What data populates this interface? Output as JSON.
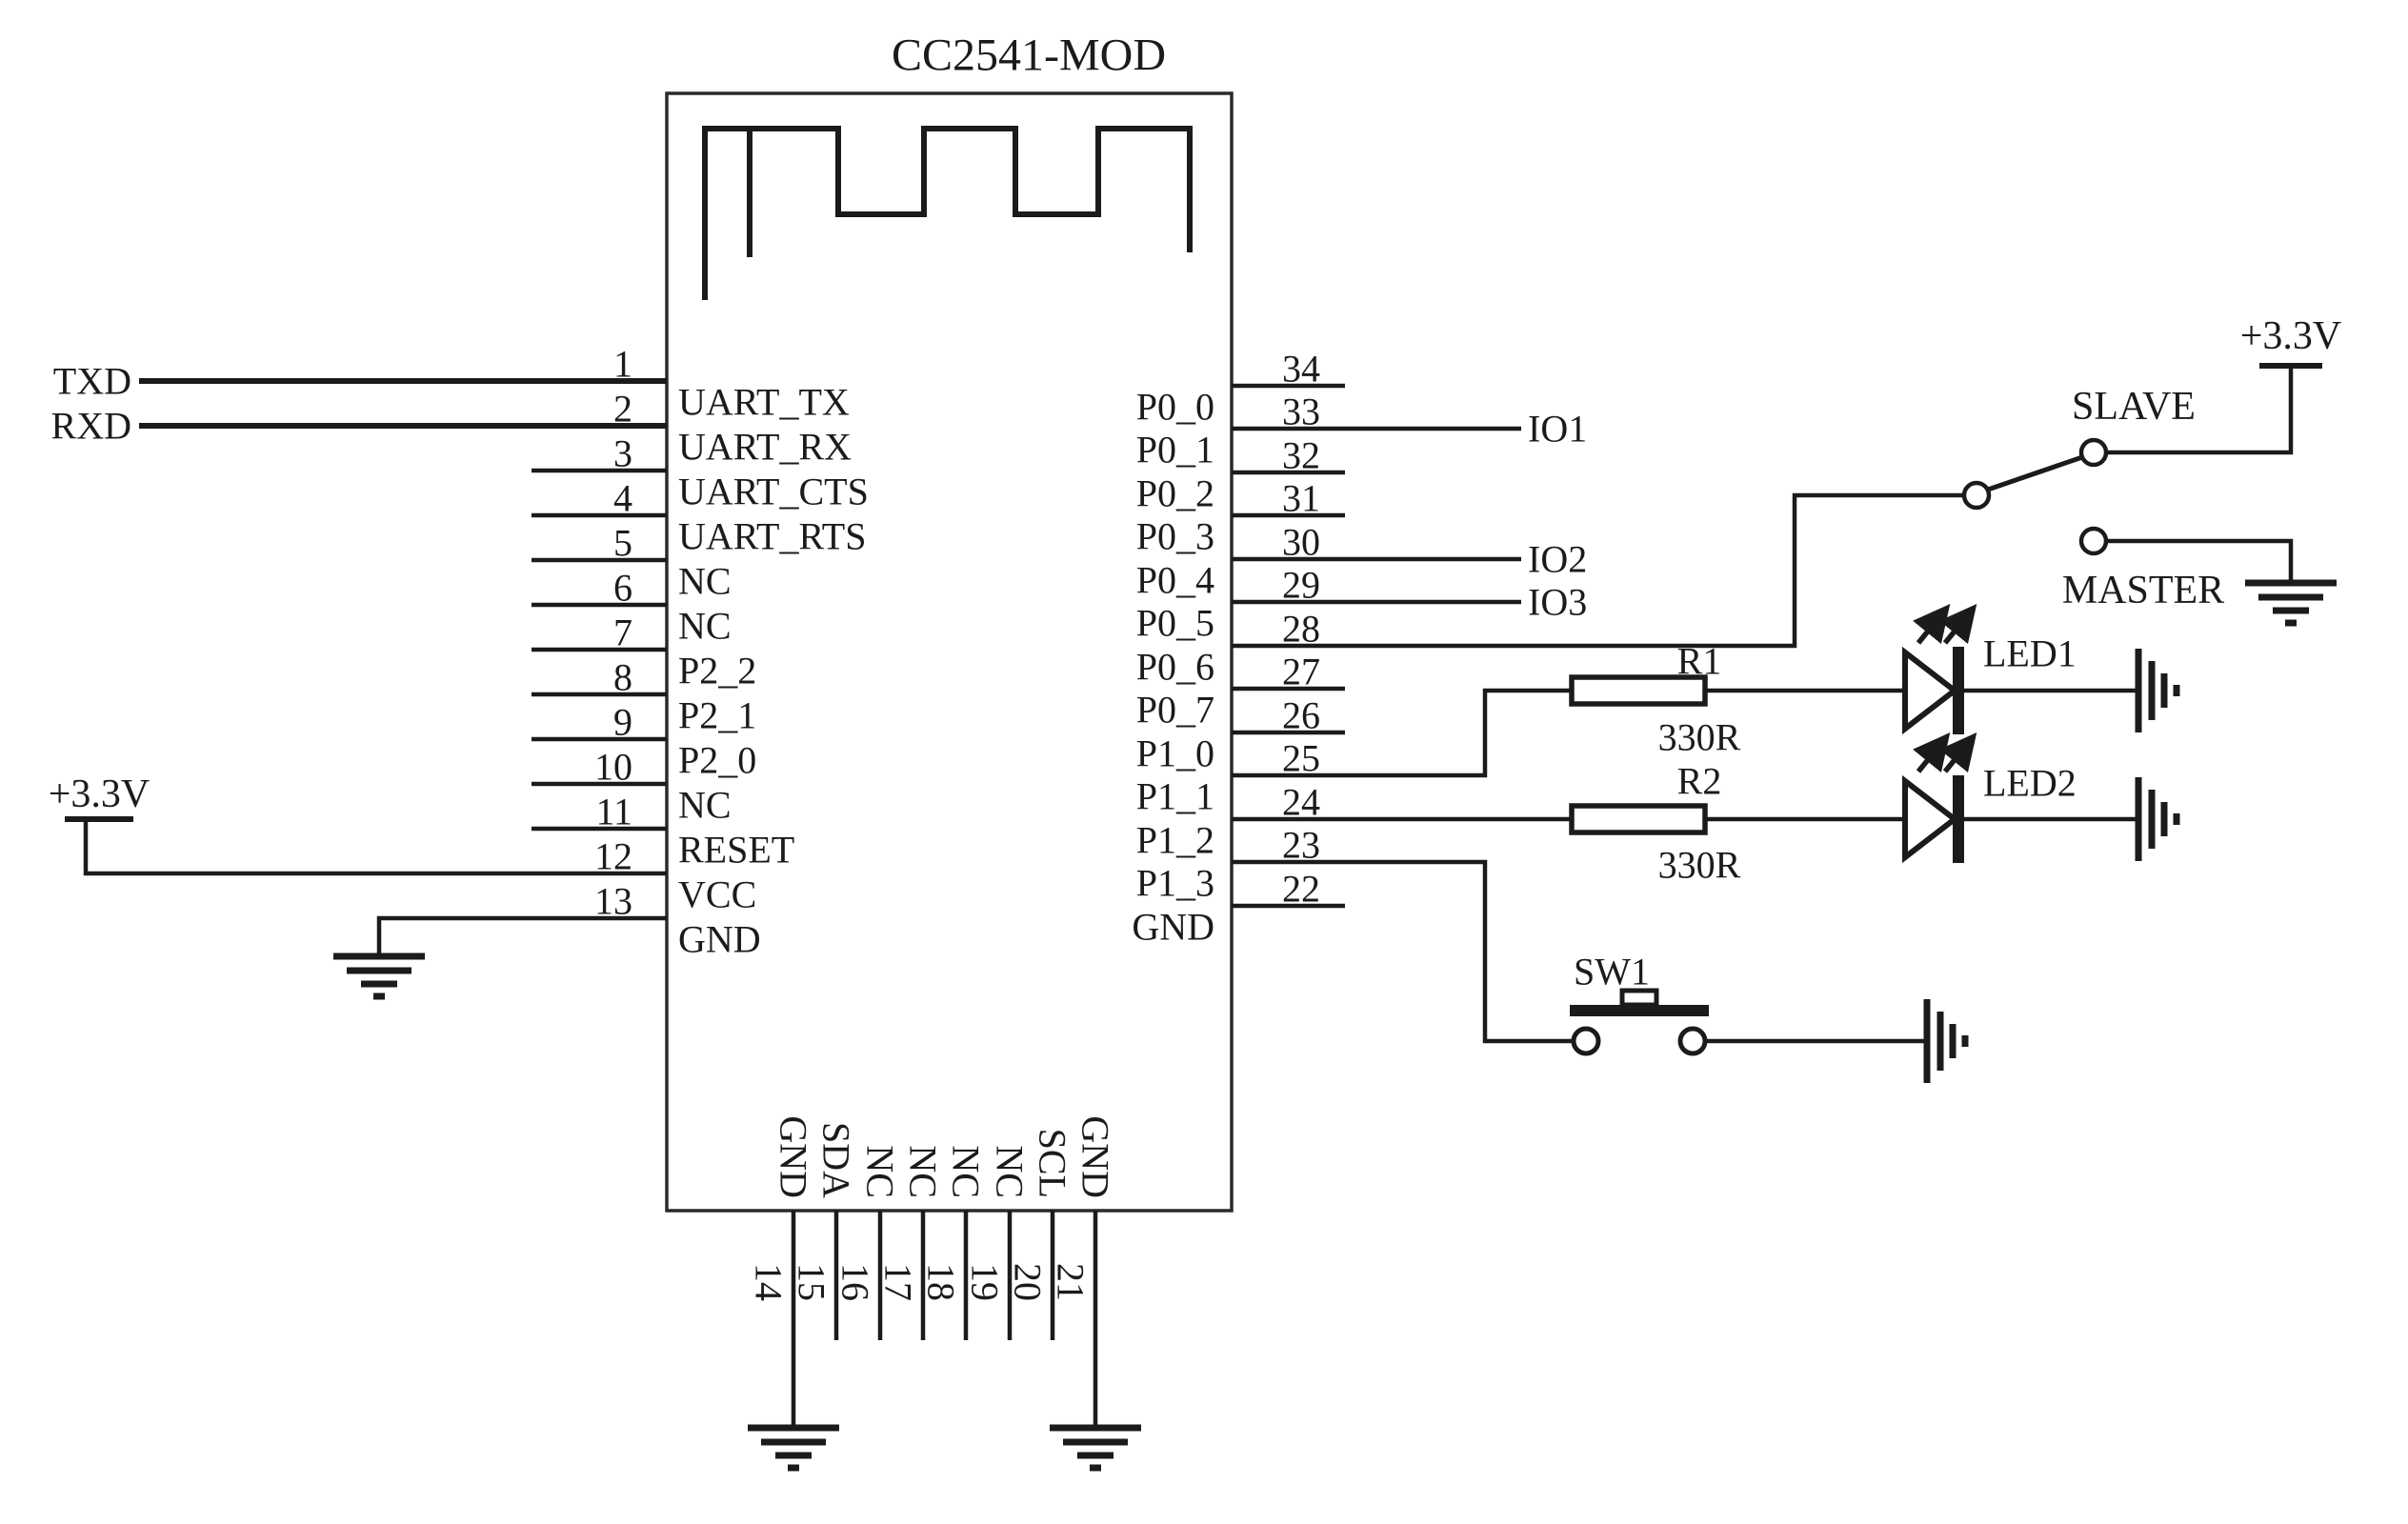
{
  "schematic": {
    "title": "CC2541-MOD",
    "colors": {
      "ink": "#1b1b1b",
      "background": "#ffffff"
    },
    "module": {
      "left_pins": [
        {
          "num": "1",
          "name": "UART_TX"
        },
        {
          "num": "2",
          "name": "UART_RX"
        },
        {
          "num": "3",
          "name": "UART_CTS"
        },
        {
          "num": "4",
          "name": "UART_RTS"
        },
        {
          "num": "5",
          "name": "NC"
        },
        {
          "num": "6",
          "name": "NC"
        },
        {
          "num": "7",
          "name": "P2_2"
        },
        {
          "num": "8",
          "name": "P2_1"
        },
        {
          "num": "9",
          "name": "P2_0"
        },
        {
          "num": "10",
          "name": "NC"
        },
        {
          "num": "11",
          "name": "RESET"
        },
        {
          "num": "12",
          "name": "VCC"
        },
        {
          "num": "13",
          "name": "GND"
        }
      ],
      "right_pins": [
        {
          "num": "34",
          "name": "P0_0"
        },
        {
          "num": "33",
          "name": "P0_1"
        },
        {
          "num": "32",
          "name": "P0_2"
        },
        {
          "num": "31",
          "name": "P0_3"
        },
        {
          "num": "30",
          "name": "P0_4"
        },
        {
          "num": "29",
          "name": "P0_5"
        },
        {
          "num": "28",
          "name": "P0_6"
        },
        {
          "num": "27",
          "name": "P0_7"
        },
        {
          "num": "26",
          "name": "P1_0"
        },
        {
          "num": "25",
          "name": "P1_1"
        },
        {
          "num": "24",
          "name": "P1_2"
        },
        {
          "num": "23",
          "name": "P1_3"
        },
        {
          "num": "22",
          "name": "GND"
        }
      ],
      "bottom_pins": [
        {
          "num": "14",
          "name": "GND"
        },
        {
          "num": "15",
          "name": "SDA"
        },
        {
          "num": "16",
          "name": "NC"
        },
        {
          "num": "17",
          "name": "NC"
        },
        {
          "num": "18",
          "name": "NC"
        },
        {
          "num": "19",
          "name": "NC"
        },
        {
          "num": "20",
          "name": "SCL"
        },
        {
          "num": "21",
          "name": "GND"
        }
      ]
    },
    "nets": {
      "txd": "TXD",
      "rxd": "RXD",
      "vcc_left": "+3.3V",
      "vcc_right": "+3.3V",
      "io1": "IO1",
      "io2": "IO2",
      "io3": "IO3",
      "slave": "SLAVE",
      "master": "MASTER"
    },
    "components": {
      "r1": {
        "ref": "R1",
        "value": "330R"
      },
      "r2": {
        "ref": "R2",
        "value": "330R"
      },
      "led1": {
        "ref": "LED1"
      },
      "led2": {
        "ref": "LED2"
      },
      "sw1": {
        "ref": "SW1"
      }
    }
  }
}
